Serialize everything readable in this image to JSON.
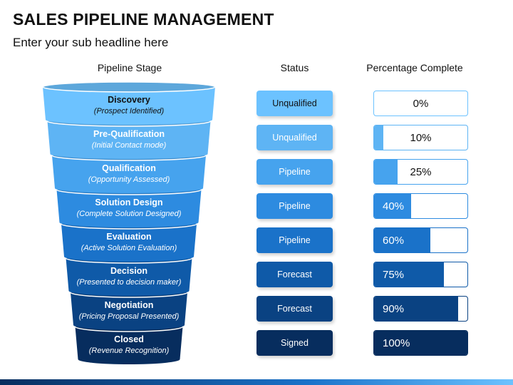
{
  "header": {
    "title": "SALES PIPELINE MANAGEMENT",
    "subtitle": "Enter your sub headline here"
  },
  "columns": {
    "stage": "Pipeline Stage",
    "status": "Status",
    "percent": "Percentage Complete"
  },
  "colors": {
    "level_fills": [
      "#6cc2ff",
      "#5eb4f4",
      "#46a3ee",
      "#2d8be0",
      "#1a72c9",
      "#0f5aa8",
      "#0a4282",
      "#072d5e"
    ]
  },
  "stages": [
    {
      "name": "Discovery",
      "sub": "(Prospect Identified)",
      "status": "Unqualified",
      "percent": 0,
      "percent_label": "0%"
    },
    {
      "name": "Pre-Qualification",
      "sub": "(Initial Contact mode)",
      "status": "Unqualified",
      "percent": 10,
      "percent_label": "10%"
    },
    {
      "name": "Qualification",
      "sub": "(Opportunity Assessed)",
      "status": "Pipeline",
      "percent": 25,
      "percent_label": "25%"
    },
    {
      "name": "Solution Design",
      "sub": "(Complete Solution Designed)",
      "status": "Pipeline",
      "percent": 40,
      "percent_label": "40%"
    },
    {
      "name": "Evaluation",
      "sub": "(Active Solution Evaluation)",
      "status": "Pipeline",
      "percent": 60,
      "percent_label": "60%"
    },
    {
      "name": "Decision",
      "sub": "(Presented to decision maker)",
      "status": "Forecast",
      "percent": 75,
      "percent_label": "75%"
    },
    {
      "name": "Negotiation",
      "sub": "(Pricing Proposal Presented)",
      "status": "Forecast",
      "percent": 90,
      "percent_label": "90%"
    },
    {
      "name": "Closed",
      "sub": "(Revenue Recognition)",
      "status": "Signed",
      "percent": 100,
      "percent_label": "100%"
    }
  ]
}
